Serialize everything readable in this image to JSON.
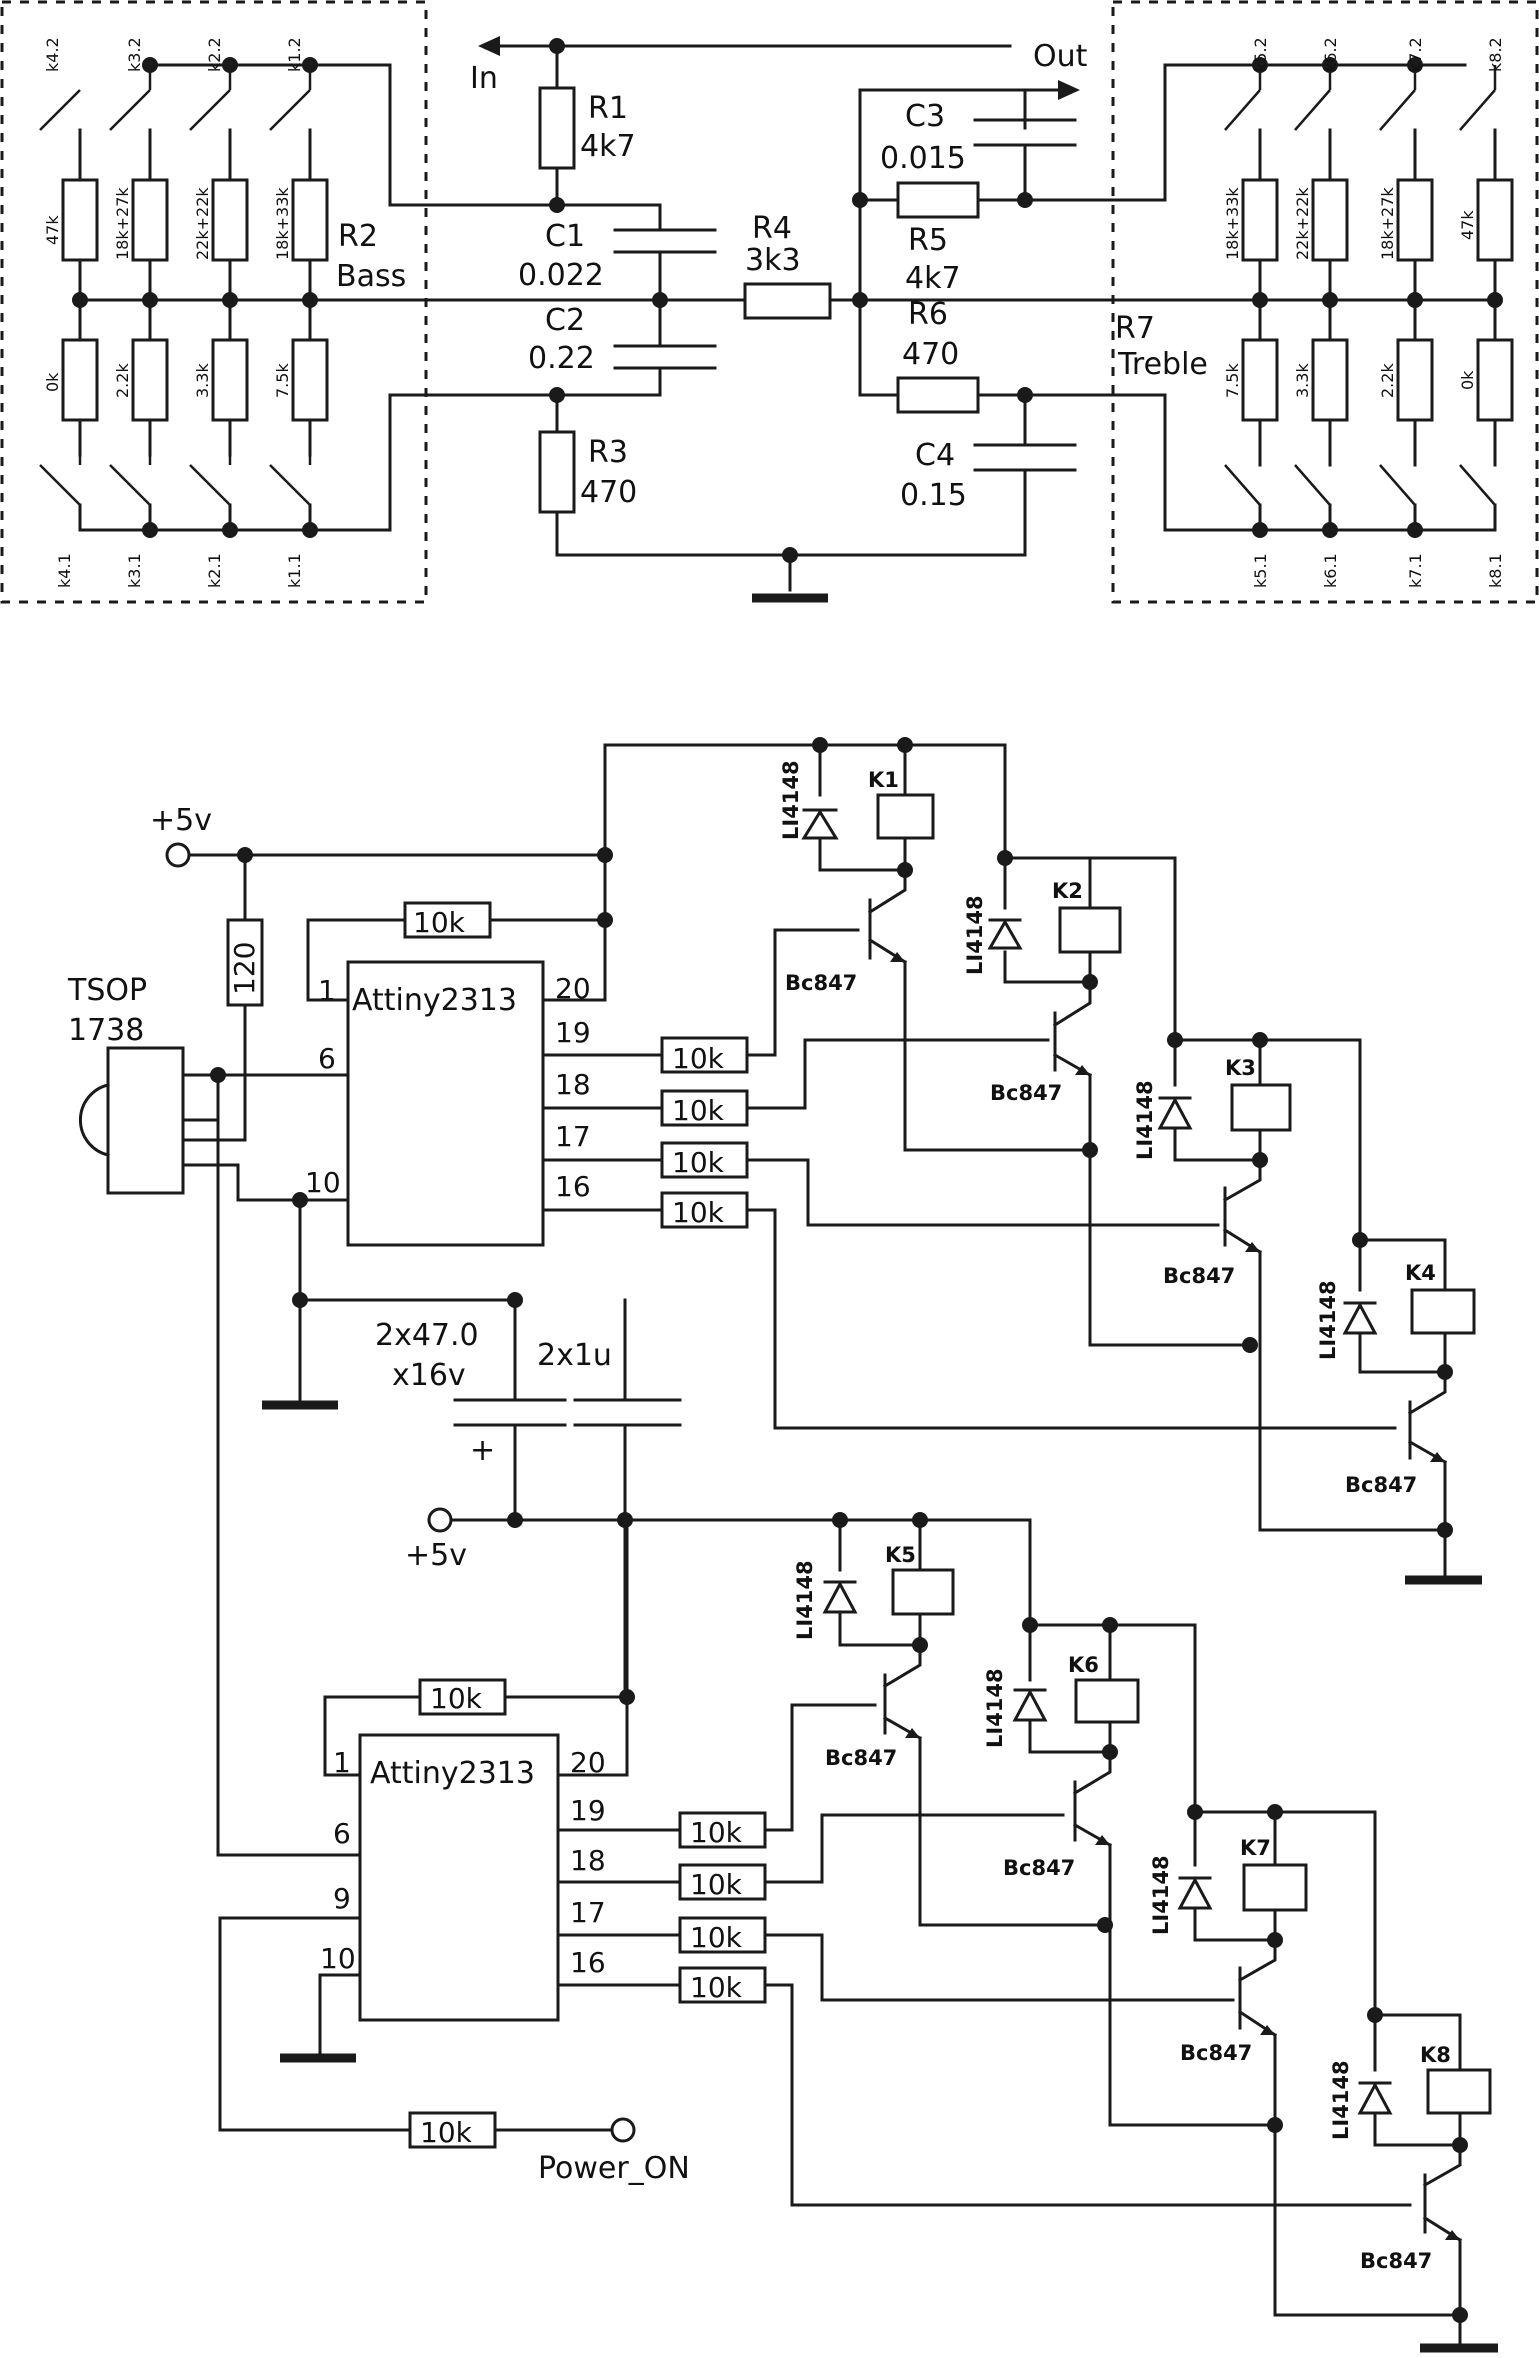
{
  "tone_stage": {
    "input_label": "In",
    "output_label": "Out",
    "r1": {
      "name": "R1",
      "value": "4k7"
    },
    "r2": {
      "name": "R2",
      "value": "Bass"
    },
    "r3": {
      "name": "R3",
      "value": "470"
    },
    "r4": {
      "name": "R4",
      "value": "3k3"
    },
    "r5": {
      "name": "R5",
      "value": "4k7"
    },
    "r6": {
      "name": "R6",
      "value": "470"
    },
    "r7": {
      "name": "R7",
      "value": "Treble"
    },
    "c1": {
      "name": "C1",
      "value": "0.022"
    },
    "c2": {
      "name": "C2",
      "value": "0.22"
    },
    "c3": {
      "name": "C3",
      "value": "0.015"
    },
    "c4": {
      "name": "C4",
      "value": "0.15"
    },
    "bass": {
      "top_contacts": [
        "k4.2",
        "k3.2",
        "k2.2",
        "k1.2"
      ],
      "bottom_contacts": [
        "k4.1",
        "k3.1",
        "k2.1",
        "k1.1"
      ],
      "upper_resistors": [
        "47k",
        "18k+27k",
        "22k+22k",
        "18k+33k"
      ],
      "lower_resistors": [
        "0k",
        "2.2k",
        "3.3k",
        "7.5k"
      ]
    },
    "treble": {
      "top_contacts": [
        "k5.2",
        "k6.2",
        "k7.2",
        "k8.2"
      ],
      "bottom_contacts": [
        "k5.1",
        "k6.1",
        "k7.1",
        "k8.1"
      ],
      "upper_resistors": [
        "18k+33k",
        "22k+22k",
        "18k+27k",
        "47k"
      ],
      "lower_resistors": [
        "7.5k",
        "3.3k",
        "2.2k",
        "0k"
      ]
    }
  },
  "controller": {
    "supply_label": "+5v",
    "supply_label_2": "+5v",
    "tsop": {
      "name": "TSOP",
      "part": "1738"
    },
    "pullup_resistor": "120",
    "mcu_name": "Attiny2313",
    "mcu1_pins": {
      "p1": "1",
      "p20": "20",
      "p19": "19",
      "p18": "18",
      "p17": "17",
      "p16": "16",
      "p6": "6",
      "p10": "10"
    },
    "mcu2_pins": {
      "p1": "1",
      "p20": "20",
      "p19": "19",
      "p18": "18",
      "p17": "17",
      "p16": "16",
      "p6": "6",
      "p9": "9",
      "p10": "10"
    },
    "resistor_value": "10k",
    "electrolytic": {
      "value": "2x47.0",
      "voltage": "x16v",
      "polarity": "+"
    },
    "film_capacitor": "2x1u",
    "diode_part": "LI4148",
    "transistor_part": "Bc847",
    "relays": [
      "K1",
      "K2",
      "K3",
      "K4",
      "K5",
      "K6",
      "K7",
      "K8"
    ],
    "power_on_label": "Power_ON"
  }
}
